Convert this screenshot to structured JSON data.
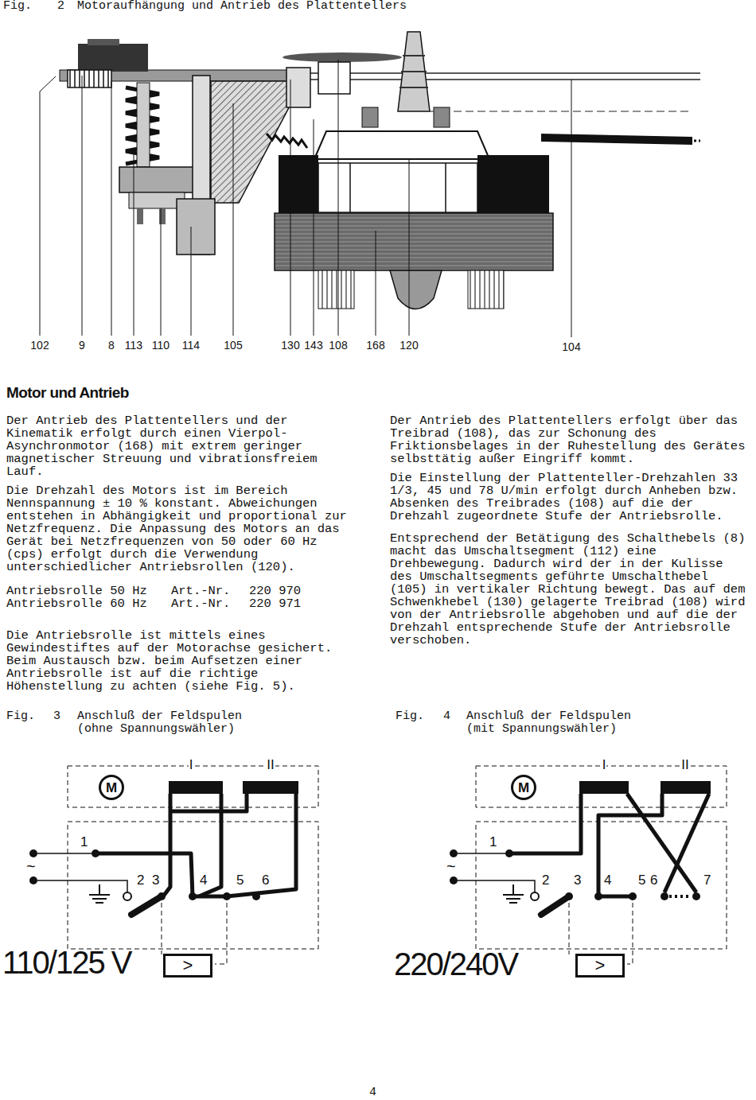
{
  "diagram": {
    "title": "Motor und Antrieb",
    "nodes": [
      {
        "text": [
          "M"
        ]
      },
      {
        "text": [
          ">"
        ]
      },
      {
        "text": [
          "M"
        ]
      },
      {
        "text": [
          ">"
        ]
      }
    ],
    "labels": [
      "Fig.",
      "2",
      "Motoraufhängung und Antrieb des Plattentellers",
      "102",
      "9",
      "8",
      "113",
      "110",
      "114",
      "105",
      "130",
      "143",
      "108",
      "168",
      "120",
      "104",
      "Der Antrieb des Plattentellers und der Kinematik erfolgt durch einen Vierpol-Asynchronmotor (168) mit extrem geringer magnetischer Streuung und vibrationsfreiem Lauf.",
      "Die Drehzahl des Motors ist im Bereich Nennspannung ± 10 % konstant. Abweichungen entstehen in Abhängigkeit und proportional zur Netzfrequenz. Die Anpassung des Motors an das Gerät bei Netzfrequenzen von 50 oder 60 Hz (cps) erfolgt durch die Verwendung unterschiedlicher Antriebsrollen (120).",
      "Antriebsrolle 50 Hz",
      "Art.-Nr.",
      "220 970",
      "Antriebsrolle 60 Hz",
      "Art.-Nr.",
      "220 971",
      "Die Antriebsrolle ist mittels eines Gewindestiftes auf der Motorachse gesichert. Beim Austausch bzw. beim Aufsetzen einer Antriebsrolle ist auf die richtige Höhenstellung zu achten (siehe Fig. 5).",
      "Der Antrieb des Plattentellers erfolgt über das Treibrad (108), das zur Schonung des Friktionsbelages in der Ruhestellung des Gerätes selbsttätig außer Eingriff kommt.",
      "Die Einstellung der Plattenteller-Drehzahlen 33 1/3, 45 und 78 U/min erfolgt durch Anheben bzw. Absenken des Treibrades (108) auf die der Drehzahl zugeordnete Stufe der Antriebsrolle.",
      "Entsprechend der Betätigung des Schalthebels (8) macht das Umschaltsegment (112) eine Drehbewegung. Dadurch wird der in der Kulisse des Umschaltsegments geführte Umschalthebel (105) in vertikaler Richtung bewegt. Das auf dem Schwenkhebel (130) gelagerte Treibrad (108) wird von der Antriebsrolle abgehoben und auf die der Drehzahl entsprechende Stufe der Antriebsrolle verschoben.",
      "Fig.",
      "3",
      "Anschluß der Feldspulen (ohne Spannungswähler)",
      "Fig.",
      "4",
      "Anschluß der Feldspulen (mit Spannungswähler)",
      "I",
      "II",
      "1",
      "~",
      "2",
      "3",
      "4",
      "5",
      "6",
      "110/125 V",
      "I",
      "II",
      "1",
      "~",
      "2",
      "3",
      "4",
      "5",
      "6",
      "7",
      "220/240V",
      "4"
    ]
  }
}
